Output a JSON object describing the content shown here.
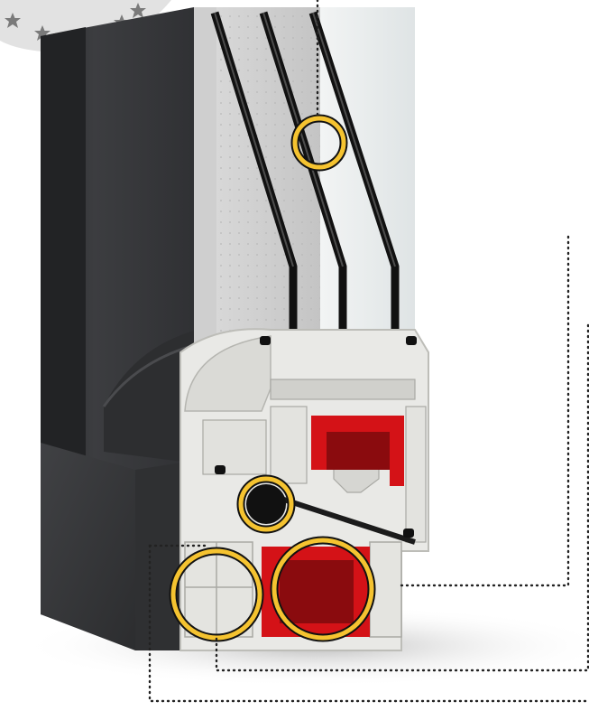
{
  "image": {
    "subject": "window-profile-cross-section",
    "colors": {
      "frame_anthracite": "#3a3b3d",
      "frame_dark": "#2a2b2d",
      "pvc_white": "#e9e9e6",
      "pvc_shadow": "#c9c9c5",
      "glass_tint": "#eef3f4",
      "glass_edge": "#111111",
      "steel_red": "#d41217",
      "steel_dark_red": "#8a0b0e",
      "desiccant": "#d8c49a",
      "highlight_yellow": "#f5c330",
      "leader_dots": "#222222",
      "badge_grey": "#e2e2e2",
      "star_grey": "#7a7a7a"
    },
    "badge": {
      "icon": "star-rating-icon",
      "star_count": 6
    },
    "highlights": [
      {
        "name": "glass-seal-highlight"
      },
      {
        "name": "gasket-highlight"
      },
      {
        "name": "chamber-highlight"
      },
      {
        "name": "steel-reinforcement-highlight"
      }
    ],
    "callout_lines": [
      {
        "name": "callout-line-glass"
      },
      {
        "name": "callout-line-upper-steel"
      },
      {
        "name": "callout-line-lower-steel"
      },
      {
        "name": "callout-line-chambers"
      },
      {
        "name": "callout-line-base"
      }
    ]
  }
}
